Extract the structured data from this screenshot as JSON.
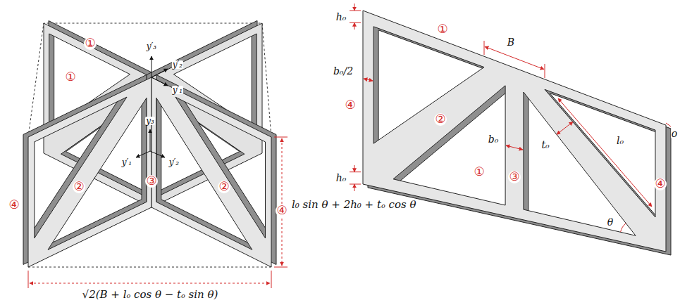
{
  "diagram": {
    "labels": [
      "①",
      "①",
      "y′₃",
      "y′₂",
      "y′₁",
      "y₃",
      "③",
      "y′₁",
      "y′₂",
      "②",
      "②",
      "④",
      "④",
      "l₀ sin θ + 2h₀ + tₒ cos θ",
      "√2(B + lₒ cos θ − tₒ sin θ)",
      "h₀",
      "①",
      "B",
      "b₀/2",
      "④",
      "②",
      "h₀",
      "①",
      "b₀",
      "③",
      "t₀",
      "l₀",
      "θ",
      "④",
      "o"
    ]
  }
}
